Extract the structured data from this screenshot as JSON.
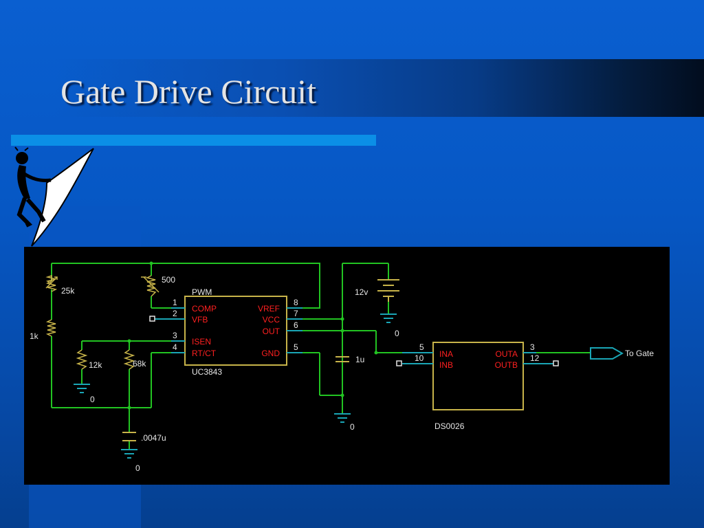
{
  "slide": {
    "title": "Gate Drive Circuit"
  },
  "colors": {
    "wire": "#22c422",
    "node": "#22c422",
    "component": "#c8b44a",
    "pin": "#1aa6b6",
    "label": "#e6e6e6",
    "pin_label": "#ff2020",
    "background": "#000000"
  },
  "schematic": {
    "uc3843": {
      "ref": "PWM",
      "part": "UC3843",
      "pins_left": [
        {
          "num": "1",
          "name": "COMP"
        },
        {
          "num": "2",
          "name": "VFB"
        },
        {
          "num": "3",
          "name": "ISEN"
        },
        {
          "num": "4",
          "name": "RT/CT"
        }
      ],
      "pins_right": [
        {
          "num": "8",
          "name": "VREF"
        },
        {
          "num": "7",
          "name": "VCC"
        },
        {
          "num": "6",
          "name": "OUT"
        },
        {
          "num": "5",
          "name": "GND"
        }
      ]
    },
    "ds0026": {
      "part": "DS0026",
      "pins_left": [
        {
          "num": "5",
          "name": "INA"
        },
        {
          "num": "10",
          "name": "INB"
        }
      ],
      "pins_right": [
        {
          "num": "3",
          "name": "OUTA"
        },
        {
          "num": "12",
          "name": "OUTB"
        }
      ]
    },
    "components": {
      "pot_25k": "25k",
      "pot_500": "500",
      "r_1k": "1k",
      "r_12k": "12k",
      "r_68k": "68k",
      "c_0047u": ".0047u",
      "c_1u": "1u",
      "supply": "12v"
    },
    "grounds": {
      "gnd_12k": "0",
      "gnd_cap": "0",
      "gnd_1u": "0",
      "gnd_supply": "0"
    },
    "output": "To Gate"
  }
}
